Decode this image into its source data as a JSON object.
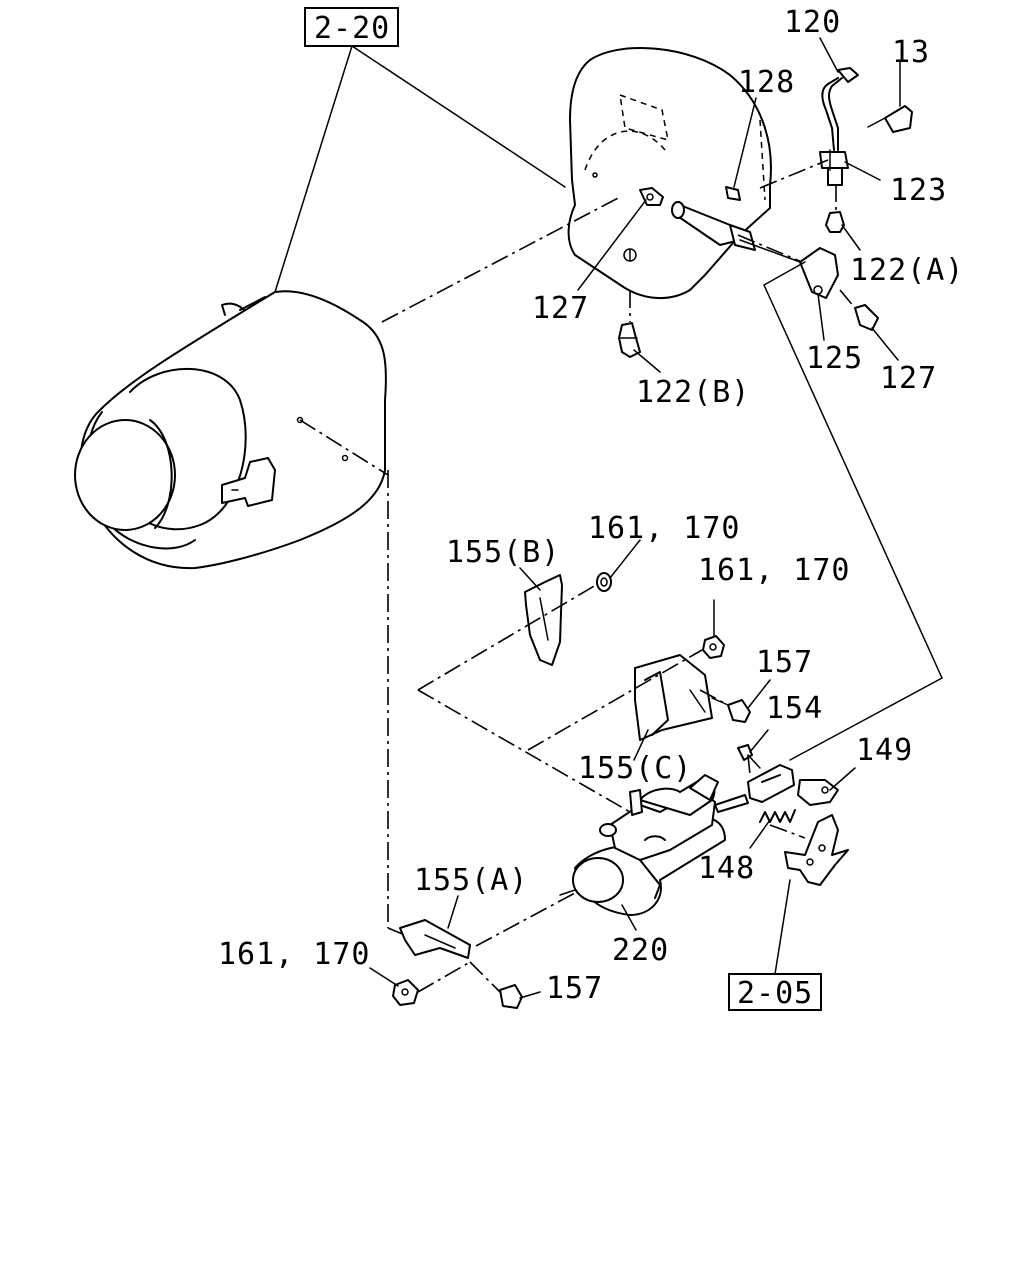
{
  "references": {
    "ref_2_20": "2-20",
    "ref_2_05": "2-05"
  },
  "callouts": {
    "c120": "120",
    "c13": "13",
    "c128": "128",
    "c123": "123",
    "c122a": "122(A)",
    "c127_left": "127",
    "c125": "125",
    "c127_right": "127",
    "c122b": "122(B)",
    "c161_170_top": "161, 170",
    "c155b": "155(B)",
    "c161_170_mid": "161, 170",
    "c157_top": "157",
    "c154": "154",
    "c149": "149",
    "c155c": "155(C)",
    "c148": "148",
    "c155a": "155(A)",
    "c161_170_bottom": "161, 170",
    "c157_bottom": "157",
    "c220": "220"
  }
}
